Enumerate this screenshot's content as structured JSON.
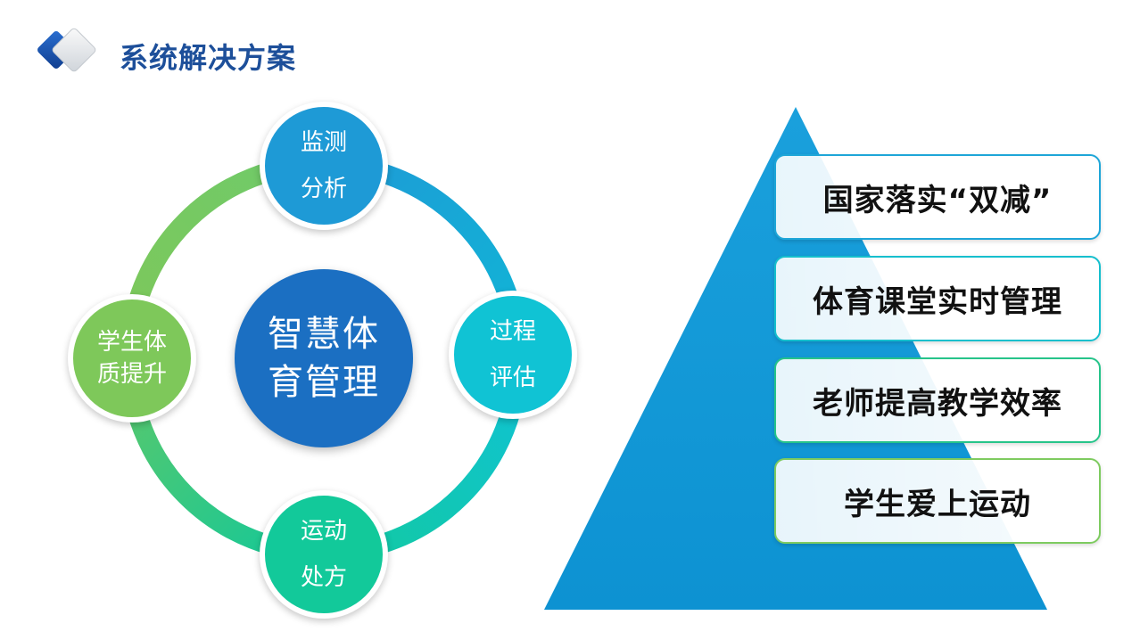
{
  "header": {
    "title": "系统解决方案"
  },
  "cycle": {
    "center": {
      "lines": [
        "智慧体",
        "育管理"
      ],
      "color": "#1b6fc2"
    },
    "nodes": [
      {
        "key": "top",
        "lines": [
          "监测",
          "分析"
        ],
        "color": "#1e9ad6"
      },
      {
        "key": "right",
        "lines": [
          "过程",
          "评估"
        ],
        "color": "#10c3d4"
      },
      {
        "key": "bottom",
        "lines": [
          "运动",
          "处方"
        ],
        "color": "#12c99a"
      },
      {
        "key": "left",
        "lines": [
          "学生体",
          "质提升"
        ],
        "color": "#7ec85a"
      }
    ]
  },
  "pyramid": {
    "color": "#0c9ad6",
    "levels": [
      {
        "label": "国家落实“双减”",
        "border": "#1ea6d8"
      },
      {
        "label": "体育课堂实时管理",
        "border": "#15bfcd"
      },
      {
        "label": "老师提高教学效率",
        "border": "#26c48a"
      },
      {
        "label": "学生爱上运动",
        "border": "#7ecb60"
      }
    ]
  }
}
